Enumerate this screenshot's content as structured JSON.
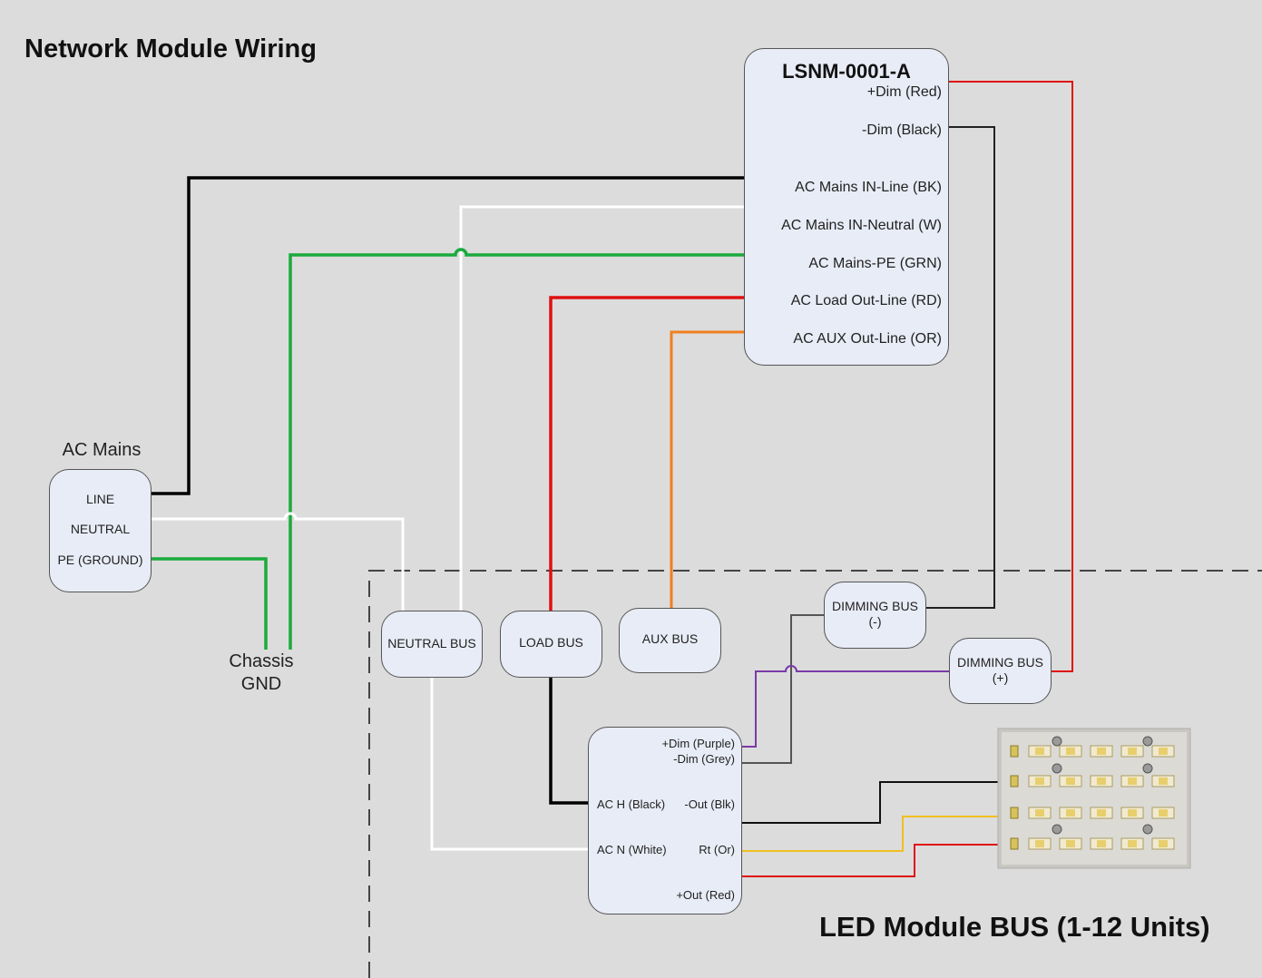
{
  "title": "Network Module Wiring",
  "led_bus_title": "LED Module BUS (1-12 Units)",
  "network_module": {
    "name": "LSNM-0001-A",
    "pins": [
      "+Dim (Red)",
      "-Dim (Black)",
      "AC Mains IN-Line (BK)",
      "AC Mains IN-Neutral (W)",
      "AC Mains-PE (GRN)",
      "AC Load Out-Line (RD)",
      "AC AUX Out-Line (OR)"
    ]
  },
  "ac_mains": {
    "label": "AC Mains",
    "terminals": [
      "LINE",
      "NEUTRAL",
      "PE (GROUND)"
    ]
  },
  "chassis_gnd": {
    "line1": "Chassis",
    "line2": "GND"
  },
  "buses": {
    "neutral": "NEUTRAL BUS",
    "load": "LOAD BUS",
    "aux": "AUX BUS",
    "dim_neg": {
      "line1": "DIMMING BUS",
      "line2": "(-)"
    },
    "dim_pos": {
      "line1": "DIMMING BUS",
      "line2": "(+)"
    }
  },
  "driver": {
    "dim_plus": "+Dim (Purple)",
    "dim_minus": "-Dim (Grey)",
    "ac_h": "AC H (Black)",
    "out_neg": "-Out (Blk)",
    "ac_n": "AC N (White)",
    "rt": "Rt (Or)",
    "out_pos": "+Out (Red)"
  },
  "led_module_icon": "led-array-board",
  "colors": {
    "background": "#dcdcdc",
    "box_fill": "#e8ecf6",
    "black_wire": "#000000",
    "white_wire": "#ffffff",
    "green_wire": "#1aaa3c",
    "red_wire": "#e01010",
    "orange_wire": "#f08020",
    "purple_wire": "#7a3aa8",
    "grey_wire": "#555555",
    "yellow_wire": "#f0c020"
  }
}
